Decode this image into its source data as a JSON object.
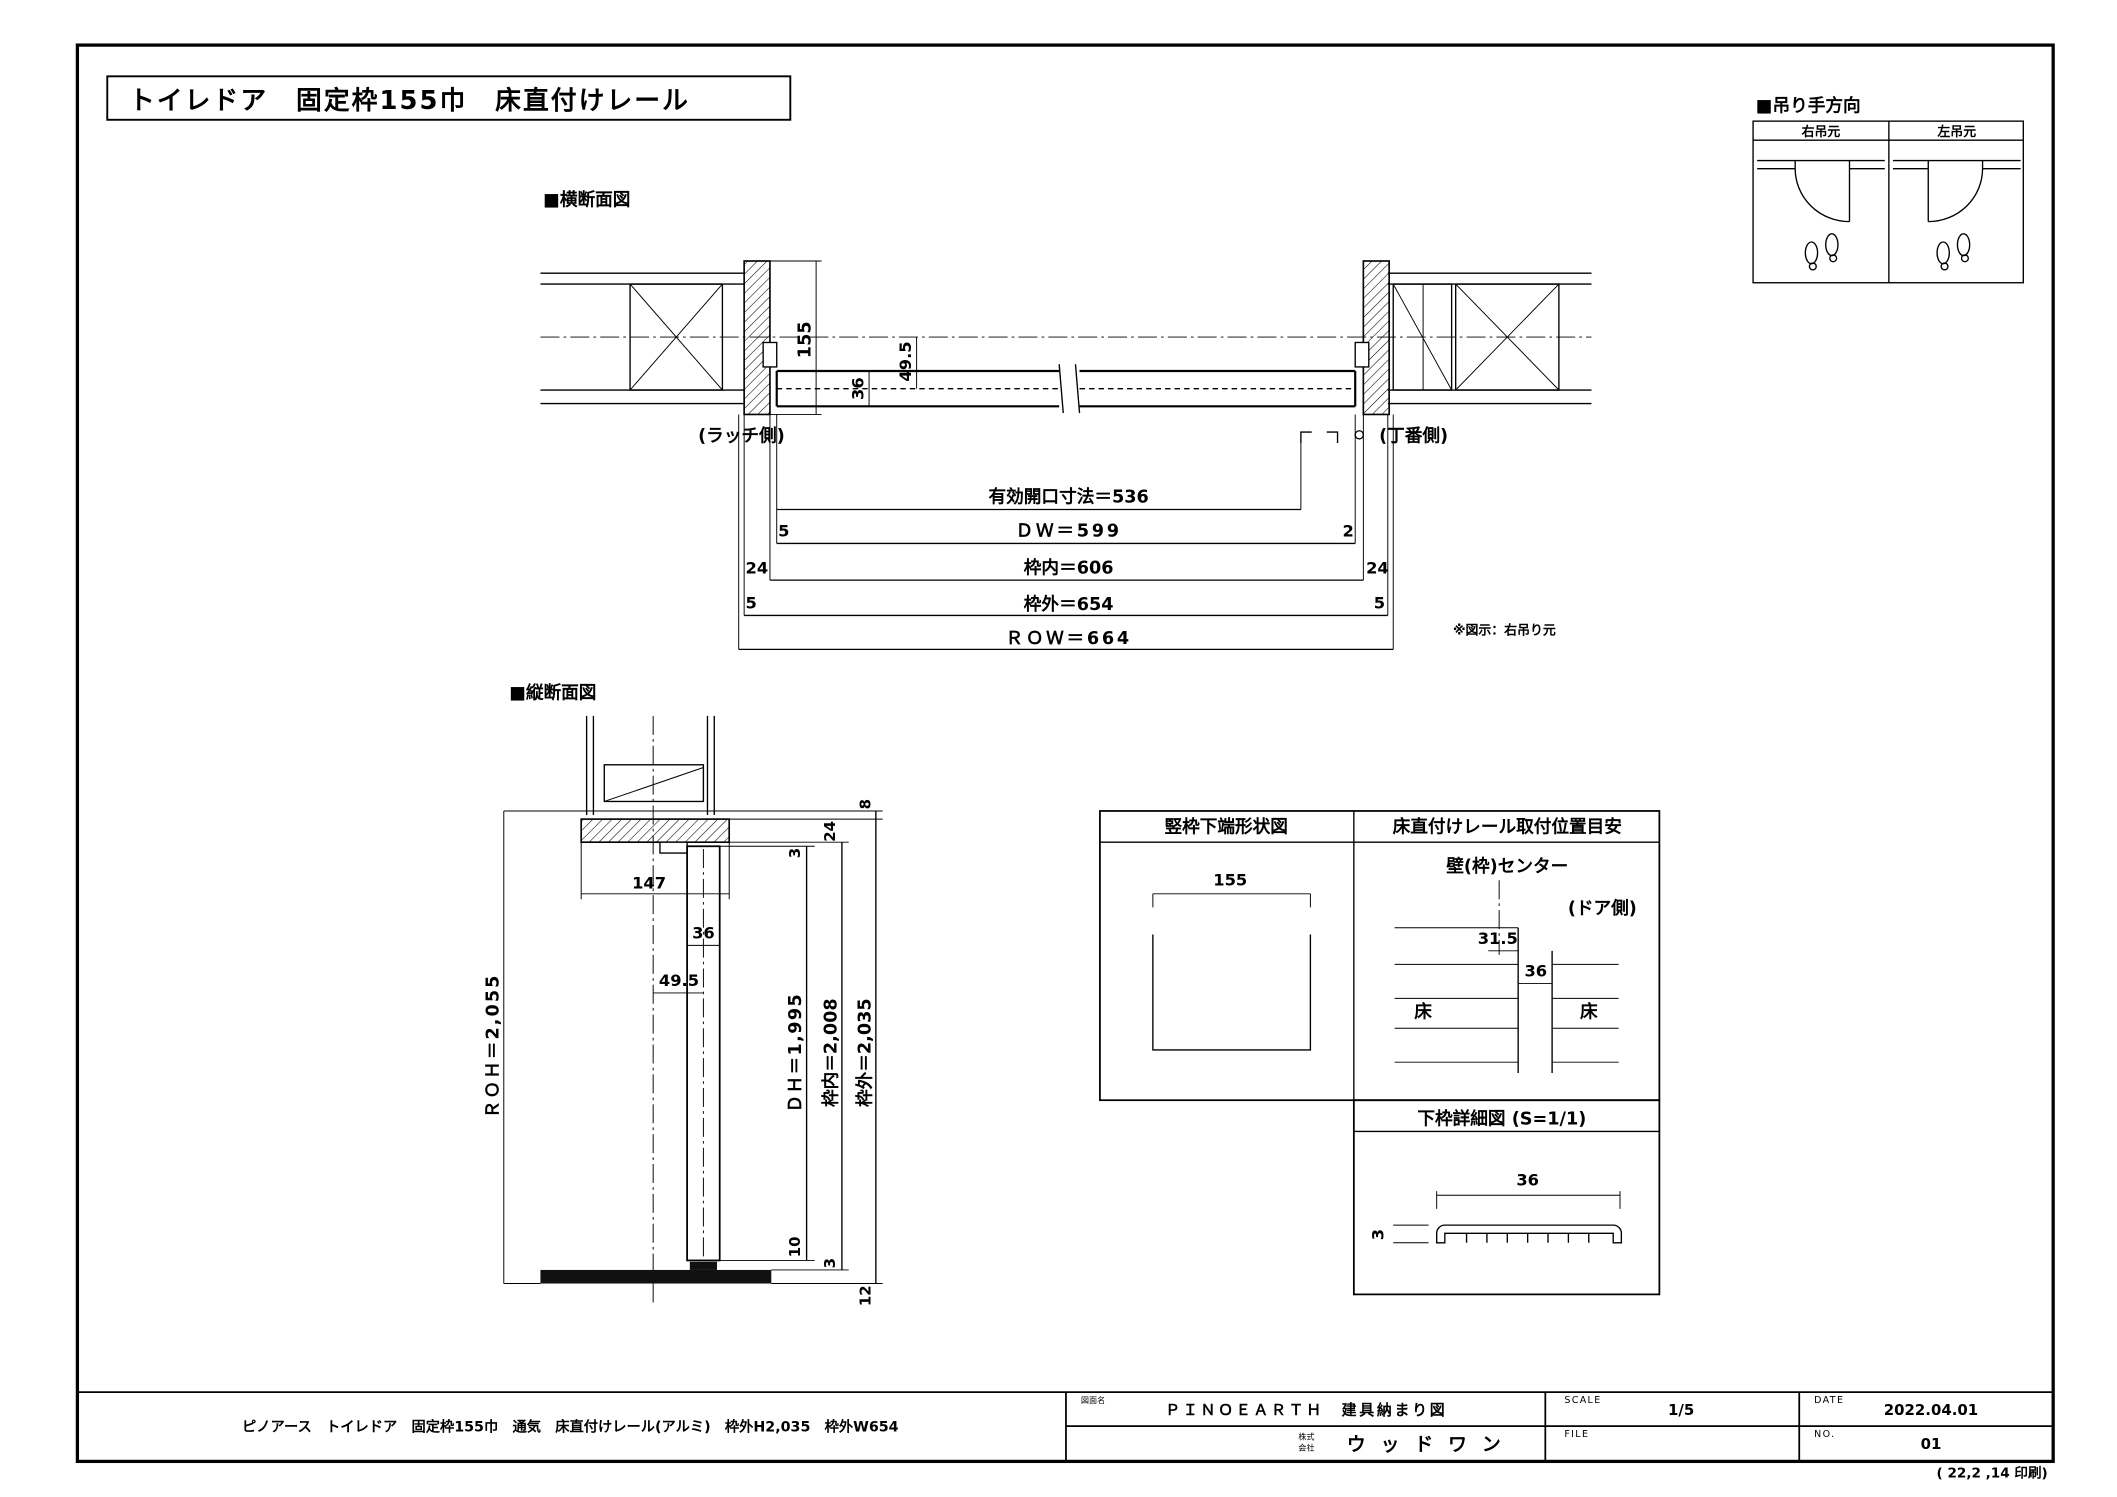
{
  "drawing_title": "トイレドア　固定枠155巾　床直付けレール",
  "hanging": {
    "heading": "■吊り手方向",
    "right": "右吊元",
    "left": "左吊元"
  },
  "horizontal_section": {
    "heading": "■横断面図",
    "dim_155": "155",
    "dim_49_5": "49.5",
    "dim_36": "36",
    "latch_side": "(ラッチ側)",
    "hinge_side": "(丁番側)",
    "effective_opening": "有効開口寸法＝536",
    "dw": "ＤＷ＝599",
    "dw_left": "5",
    "dw_right": "2",
    "frame_inner": "枠内＝606",
    "frame_inner_left": "24",
    "frame_inner_right": "24",
    "frame_outer": "枠外＝654",
    "frame_outer_left": "5",
    "frame_outer_right": "5",
    "row": "ＲＯＷ＝664",
    "note": "※図示：右吊り元"
  },
  "vertical_section": {
    "heading": "■縦断面図",
    "dim_8": "8",
    "dim_24": "24",
    "dim_3_top": "3",
    "dim_147": "147",
    "dim_36": "36",
    "dim_49_5": "49.5",
    "roh": "ＲＯＨ＝2,055",
    "dh": "ＤＨ＝1,995",
    "frame_inner": "枠内＝2,008",
    "frame_outer": "枠外＝2,035",
    "dim_10": "10",
    "dim_3_bottom": "3",
    "dim_12": "12"
  },
  "detail_table": {
    "jamb_bottom_header": "竪枠下端形状図",
    "jamb_width": "155",
    "rail_position_header": "床直付けレール取付位置目安",
    "wall_center": "壁(枠)センター",
    "door_side": "(ドア側)",
    "offset": "31.5",
    "rail_width": "36",
    "floor_left": "床",
    "floor_right": "床",
    "sill_detail_header": "下枠詳細図 (S=1/1)",
    "sill_width": "36",
    "sill_height": "3"
  },
  "title_block": {
    "description": "ピノアース　トイレドア　固定枠155巾　通気　床直付けレール(アルミ)　枠外H2,035　枠外W654",
    "drawing_name_label": "図面名",
    "drawing_name": "ＰＩＮＯＥＡＲＴＨ　建具納まり図",
    "company_prefix": [
      "株式",
      "会社"
    ],
    "company": "ウ ッ ド ワ ン",
    "scale_label": "SCALE",
    "scale": "1/5",
    "date_label": "DATE",
    "date": "2022.04.01",
    "file_label": "FILE",
    "no_label": "NO.",
    "no": "01"
  },
  "print_note": "( 22,2 ,14 印刷)"
}
